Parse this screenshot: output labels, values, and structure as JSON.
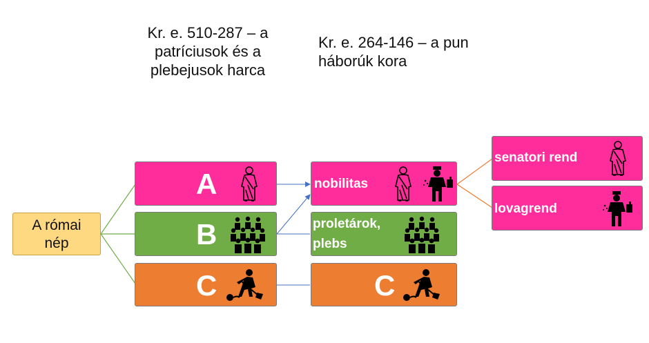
{
  "headings": {
    "left": [
      "Kr. e. 510-287 – a",
      "patríciusok és a",
      "plebejusok harca"
    ],
    "right": [
      "Kr. e. 264-146 – a pun",
      "háborúk kora"
    ]
  },
  "root": {
    "lines": [
      "A római",
      "nép"
    ]
  },
  "column1": {
    "a": "A",
    "b": "B",
    "c": "C"
  },
  "column2": {
    "nobilitas": "nobilitas",
    "proletar": [
      "proletárok,",
      "plebs"
    ],
    "c": "C"
  },
  "column3": {
    "senator": "senatori rend",
    "lovag": "lovagrend"
  },
  "colors": {
    "pink": "#ff2d9b",
    "green": "#70ad47",
    "orange": "#ed7d31",
    "root": "#ffd882"
  },
  "icons": [
    "toga-figure-icon",
    "crowd-icon",
    "laborer-ball-chain-icon",
    "merchant-icon"
  ]
}
